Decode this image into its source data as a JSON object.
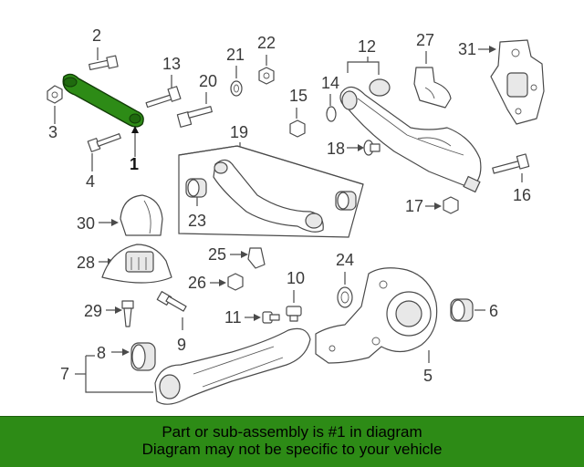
{
  "callouts": {
    "c1": "1",
    "c2": "2",
    "c3": "3",
    "c4": "4",
    "c5": "5",
    "c6": "6",
    "c7": "7",
    "c8": "8",
    "c9": "9",
    "c10": "10",
    "c11": "11",
    "c12": "12",
    "c13": "13",
    "c14": "14",
    "c15": "15",
    "c16": "16",
    "c17": "17",
    "c18": "18",
    "c19": "19",
    "c20": "20",
    "c21": "21",
    "c22": "22",
    "c23": "23",
    "c24": "24",
    "c25": "25",
    "c26": "26",
    "c27": "27",
    "c28": "28",
    "c29": "29",
    "c30": "30",
    "c31": "31"
  },
  "highlight_color": "#2d8b16",
  "banner": {
    "line1": "Part or sub-assembly is #1 in diagram",
    "line2": "Diagram may not be specific to your vehicle",
    "background": "#2d8b16"
  }
}
